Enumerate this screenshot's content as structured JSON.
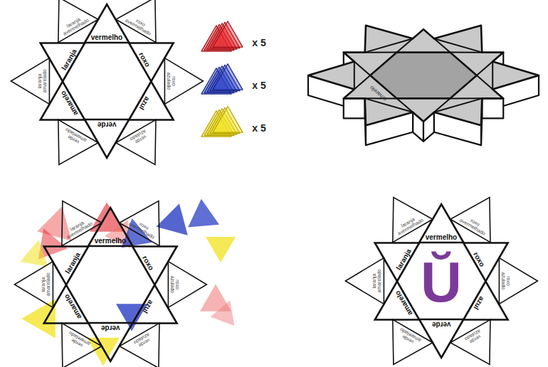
{
  "diagram": {
    "nodes": [
      {
        "text": [
          "vermelho"
        ]
      },
      {
        "text": [
          "roxo avermelhado"
        ]
      },
      {
        "text": [
          "roxo"
        ]
      },
      {
        "text": [
          "roxo azulado"
        ]
      },
      {
        "text": [
          "azul"
        ]
      },
      {
        "text": [
          "verde azulado"
        ]
      },
      {
        "text": [
          "verde"
        ]
      },
      {
        "text": [
          "verde amarelado"
        ]
      },
      {
        "text": [
          "amarelo"
        ]
      },
      {
        "text": [
          "laranja amarelado"
        ]
      },
      {
        "text": [
          "laranja"
        ]
      },
      {
        "text": [
          "laranja avermelhado"
        ]
      },
      {
        "text": [
          "vermelho"
        ]
      },
      {
        "text": [
          "roxo avermelhado"
        ]
      },
      {
        "text": [
          "roxo"
        ]
      },
      {
        "text": [
          "roxo azulado"
        ]
      },
      {
        "text": [
          "azul"
        ]
      },
      {
        "text": [
          "verde azulado"
        ]
      },
      {
        "text": [
          "verde"
        ]
      },
      {
        "text": [
          "verde amarelado"
        ]
      },
      {
        "text": [
          "amarelo"
        ]
      },
      {
        "text": [
          "laranja amarelado"
        ]
      },
      {
        "text": [
          "laranja"
        ]
      },
      {
        "text": [
          "laranja avermelhado"
        ]
      },
      {
        "text": [
          "vermelho"
        ]
      },
      {
        "text": [
          "roxo avermelhado"
        ]
      },
      {
        "text": [
          "roxo"
        ]
      },
      {
        "text": [
          "roxo azulado"
        ]
      },
      {
        "text": [
          "azul"
        ]
      },
      {
        "text": [
          "verde azulado"
        ]
      },
      {
        "text": [
          "verde"
        ]
      },
      {
        "text": [
          "verde amarelado"
        ]
      },
      {
        "text": [
          "amarelo"
        ]
      },
      {
        "text": [
          "laranja amarelado"
        ]
      },
      {
        "text": [
          "laranja"
        ]
      },
      {
        "text": [
          "laranja avermelhado"
        ]
      }
    ],
    "labels": [
      "x 5",
      "x 5",
      "x 5",
      "amarelo",
      "Ŭ"
    ]
  }
}
